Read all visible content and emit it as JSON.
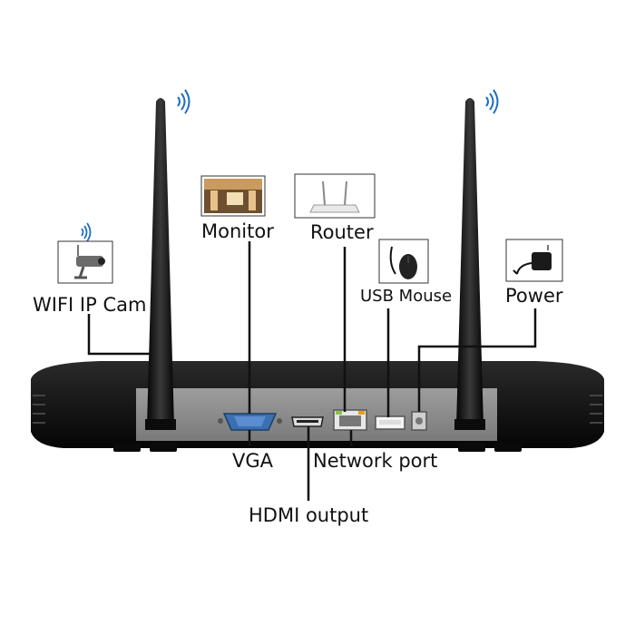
{
  "labels": {
    "wifi_ip_cam": "WIFI IP Cam",
    "monitor": "Monitor",
    "router": "Router",
    "usb_mouse": "USB Mouse",
    "power": "Power",
    "vga": "VGA",
    "network_port": "Network port",
    "hdmi_output": "HDMI output"
  },
  "colors": {
    "device_body": "#151515",
    "rear_panel": "#8e8e8e",
    "vga_port": "#3a6fb0",
    "leader_line": "#111111",
    "wifi_signal": "#1f6fbf"
  },
  "icons": [
    "wifi-signal-icon",
    "ip-camera-icon",
    "monitor-icon",
    "router-icon",
    "usb-mouse-icon",
    "power-adapter-icon"
  ]
}
